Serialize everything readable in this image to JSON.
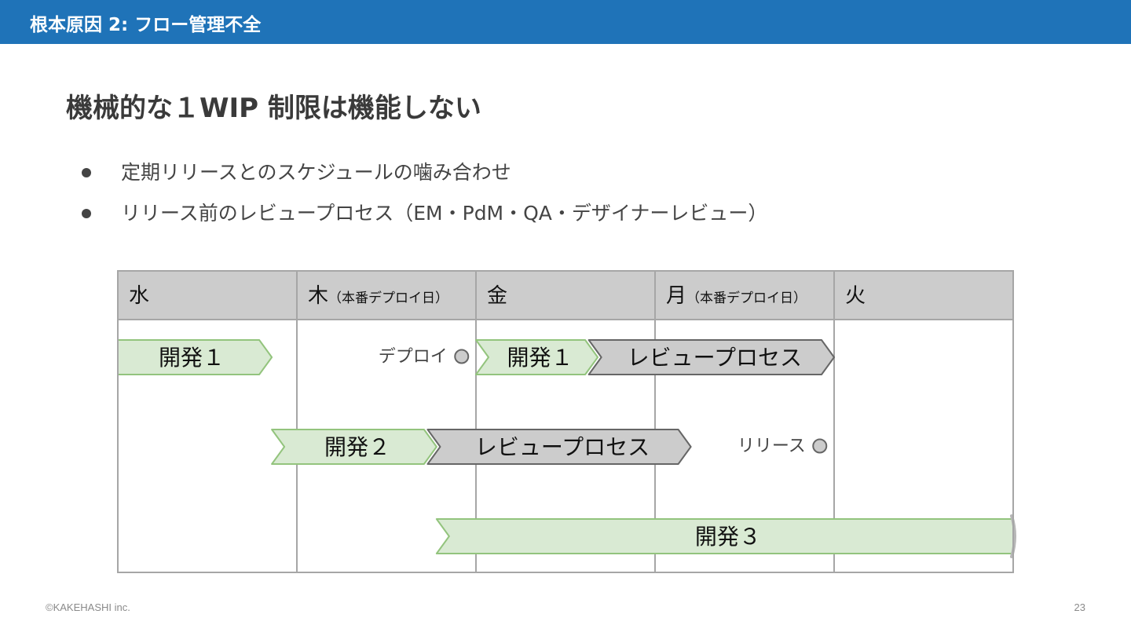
{
  "header": {
    "title": "根本原因 2: フロー管理不全"
  },
  "slide": {
    "title": "機械的な１WIP 制限は機能しない",
    "bullets": [
      "定期リリースとのスケジュールの噛み合わせ",
      "リリース前のレビュープロセス（EM・PdM・QA・デザイナーレビュー）"
    ]
  },
  "timeline": {
    "days": [
      {
        "name": "水",
        "note": ""
      },
      {
        "name": "木",
        "note": "（本番デプロイ日）"
      },
      {
        "name": "金",
        "note": ""
      },
      {
        "name": "月",
        "note": "（本番デプロイ日）"
      },
      {
        "name": "火",
        "note": ""
      }
    ],
    "tasks": [
      {
        "label": "開発１",
        "kind": "dev",
        "row": 0,
        "start": 0.0,
        "end": 0.86,
        "first": true
      },
      {
        "label": "開発１",
        "kind": "dev",
        "row": 0,
        "start": 2.0,
        "end": 2.68
      },
      {
        "label": "レビュープロセス",
        "kind": "review",
        "row": 0,
        "start": 2.63,
        "end": 4.0
      },
      {
        "label": "開発２",
        "kind": "dev",
        "row": 1,
        "start": 0.86,
        "end": 1.78
      },
      {
        "label": "レビュープロセス",
        "kind": "review",
        "row": 1,
        "start": 1.73,
        "end": 3.2
      },
      {
        "label": "開発３",
        "kind": "dev",
        "row": 2,
        "start": 1.78,
        "end": 5.0,
        "continues": true
      }
    ],
    "milestones": [
      {
        "label": "デプロイ",
        "row": 0,
        "at": 1.92
      },
      {
        "label": "リリース",
        "row": 1,
        "at": 3.92
      }
    ],
    "colors": {
      "dev_fill": "#d9ead3",
      "dev_stroke": "#93c47d",
      "review_fill": "#cccccc",
      "review_stroke": "#666666",
      "header_fill": "#cccccc",
      "grid": "#a6a6a6"
    }
  },
  "footer": {
    "copyright": "©KAKEHASHI inc.",
    "page": "23"
  }
}
